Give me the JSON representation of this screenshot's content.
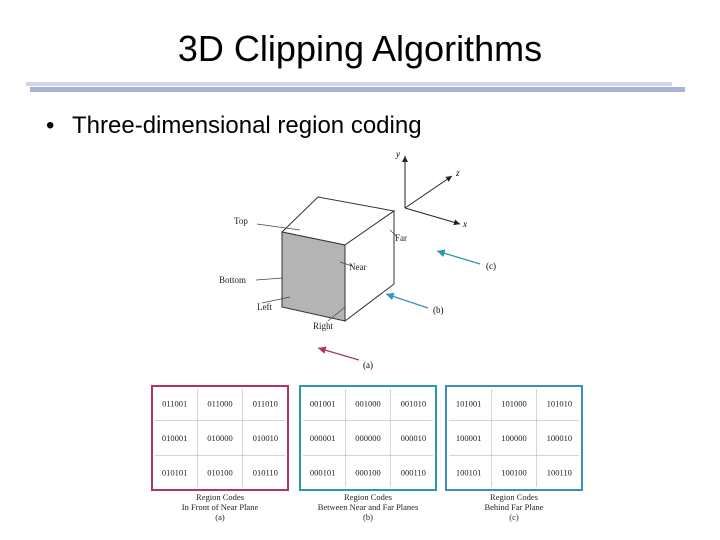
{
  "slide": {
    "title": "3D Clipping Algorithms",
    "bullet": "Three-dimensional region coding"
  },
  "figure": {
    "axes": {
      "y": "y",
      "z": "z",
      "x": "x"
    },
    "cube_labels": {
      "top": "Top",
      "far": "Far",
      "near": "Near",
      "bottom": "Bottom",
      "left": "Left",
      "right": "Right"
    },
    "arrow_labels": {
      "a": "(a)",
      "b": "(b)",
      "c": "(c)"
    },
    "panels": [
      {
        "codes": [
          [
            "011001",
            "011000",
            "011010"
          ],
          [
            "010001",
            "010000",
            "010010"
          ],
          [
            "010101",
            "010100",
            "010110"
          ]
        ],
        "caption_line1": "Region Codes",
        "caption_line2": "In Front of Near Plane",
        "caption_line3": "(a)",
        "border_color": "#b0336a"
      },
      {
        "codes": [
          [
            "001001",
            "001000",
            "001010"
          ],
          [
            "000001",
            "000000",
            "000010"
          ],
          [
            "000101",
            "000100",
            "000110"
          ]
        ],
        "caption_line1": "Region Codes",
        "caption_line2": "Between Near and Far Planes",
        "caption_line3": "(b)",
        "border_color": "#2a9aa8"
      },
      {
        "codes": [
          [
            "101001",
            "101000",
            "101010"
          ],
          [
            "100001",
            "100000",
            "100010"
          ],
          [
            "100101",
            "100100",
            "100110"
          ]
        ],
        "caption_line1": "Region Codes",
        "caption_line2": "Behind Far Plane",
        "caption_line3": "(c)",
        "border_color": "#3d8fc0"
      }
    ]
  }
}
